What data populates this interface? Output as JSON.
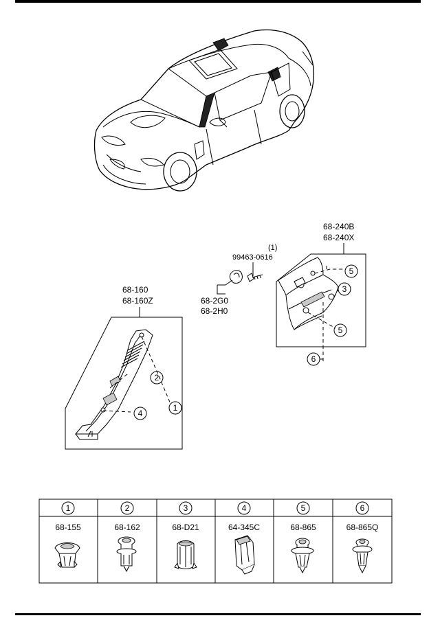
{
  "callouts": {
    "upper_trim_part": "68-240B",
    "upper_trim_part_alt": "68-240X",
    "bolt_qty": "(1)",
    "bolt_part": "99463-0616",
    "cap_part": "68-2G0",
    "cap_part_alt": "68-2H0",
    "lower_trim_part": "68-160",
    "lower_trim_part_alt": "68-160Z"
  },
  "diagram_markers": [
    "1",
    "2",
    "3",
    "4",
    "5",
    "5",
    "6"
  ],
  "parts_table": [
    {
      "index": "1",
      "part": "68-155"
    },
    {
      "index": "2",
      "part": "68-162"
    },
    {
      "index": "3",
      "part": "68-D21"
    },
    {
      "index": "4",
      "part": "64-345C"
    },
    {
      "index": "5",
      "part": "68-865"
    },
    {
      "index": "6",
      "part": "68-865Q"
    }
  ]
}
